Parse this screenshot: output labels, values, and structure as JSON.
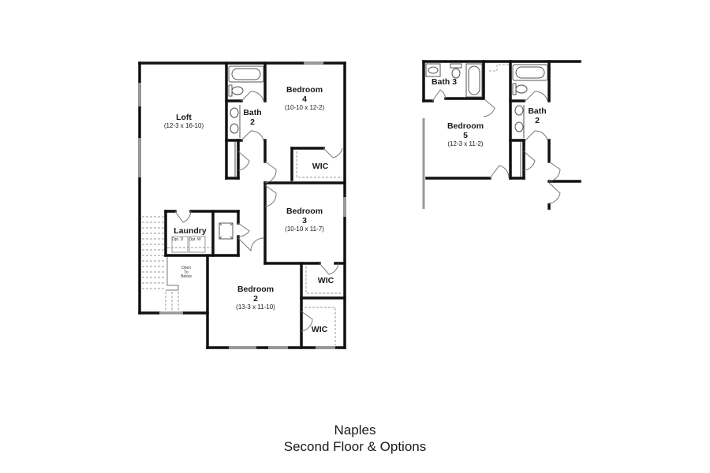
{
  "caption": {
    "plan_name": "Naples",
    "subtitle": "Second Floor & Options"
  },
  "main_plan": {
    "rooms": [
      {
        "id": "loft",
        "name": "Loft",
        "dims": "(12-3 x 16-10)"
      },
      {
        "id": "bath2",
        "name": "Bath",
        "number": "2"
      },
      {
        "id": "bedroom4",
        "name": "Bedroom",
        "number": "4",
        "dims": "(10-10 x 12-2)"
      },
      {
        "id": "wic4",
        "name": "WIC"
      },
      {
        "id": "bedroom3",
        "name": "Bedroom",
        "number": "3",
        "dims": "(10-10 x 11-7)"
      },
      {
        "id": "laundry",
        "name": "Laundry",
        "opt_d": "Opt. D",
        "opt_w": "Opt. W"
      },
      {
        "id": "open_below",
        "line1": "Open",
        "line2": "To",
        "line3": "Below"
      },
      {
        "id": "wic3",
        "name": "WIC"
      },
      {
        "id": "bedroom2",
        "name": "Bedroom",
        "number": "2",
        "dims": "(13-3 x 11-10)"
      },
      {
        "id": "wic2",
        "name": "WIC"
      }
    ]
  },
  "option_plan": {
    "rooms": [
      {
        "id": "bath3",
        "name": "Bath 3"
      },
      {
        "id": "bedroom5",
        "name": "Bedroom",
        "number": "5",
        "dims": "(12-3 x 11-2)"
      },
      {
        "id": "bath2_opt",
        "name": "Bath",
        "number": "2"
      }
    ]
  },
  "colors": {
    "wall": "#111111",
    "fixture": "#555555",
    "dashed": "#aaaaaa",
    "window": "#999999"
  }
}
